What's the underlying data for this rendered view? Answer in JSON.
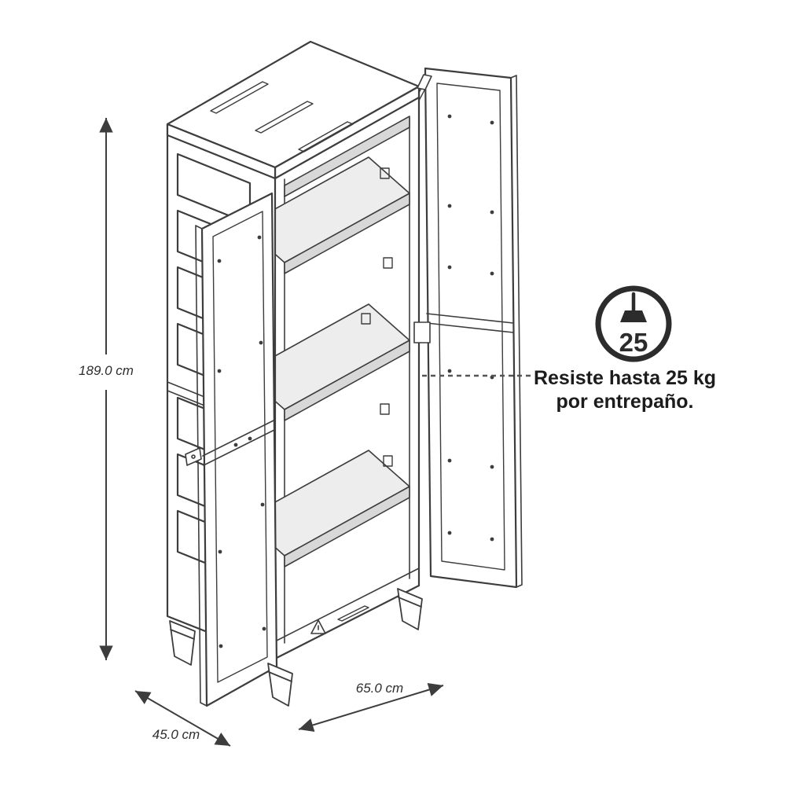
{
  "diagram": {
    "dimensions": {
      "height": {
        "label": "189.0 cm"
      },
      "depth": {
        "label": "45.0 cm"
      },
      "width": {
        "label": "65.0 cm"
      }
    },
    "capacity_badge": {
      "value": "25",
      "icon": "broom-icon"
    },
    "capacity_note": {
      "line1": "Resiste hasta 25 kg",
      "line2": "por entrepaño."
    },
    "colors": {
      "line": "#3d3d3d",
      "text": "#1c1c1c",
      "badge": "#2c2c2c",
      "shelf_fill": "#ededed",
      "shelf_band": "#d8d8d8",
      "background": "#ffffff"
    }
  }
}
